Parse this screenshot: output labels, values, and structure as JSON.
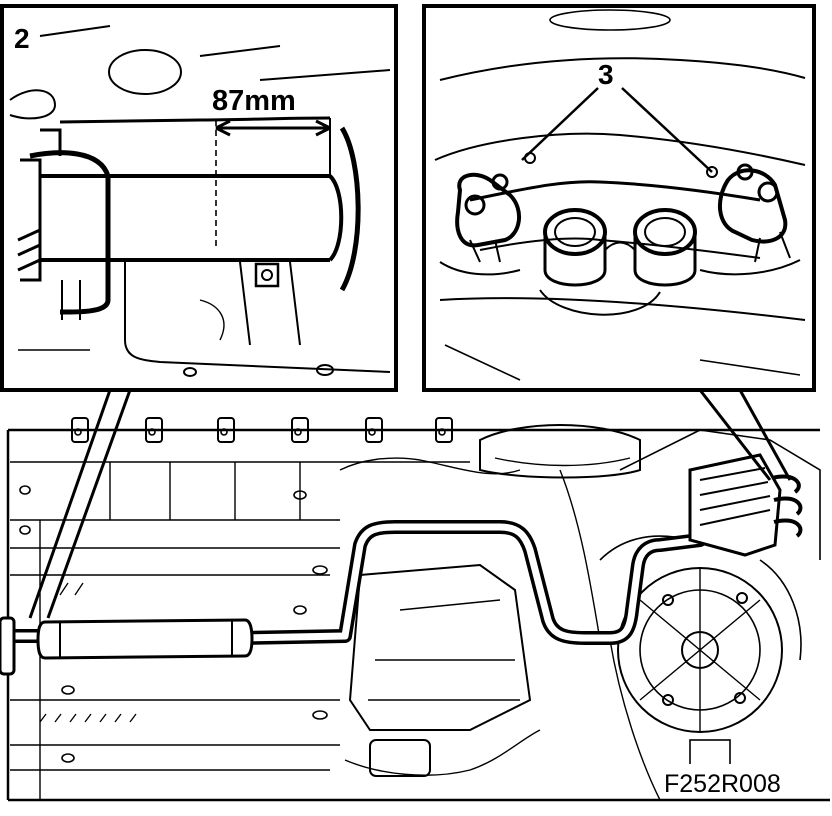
{
  "figure": {
    "code": "F252R008",
    "inset_left": {
      "number": "2",
      "measurement": "87mm"
    },
    "inset_right": {
      "number": "3"
    }
  },
  "colors": {
    "ink": "#000000",
    "paper": "#ffffff"
  }
}
